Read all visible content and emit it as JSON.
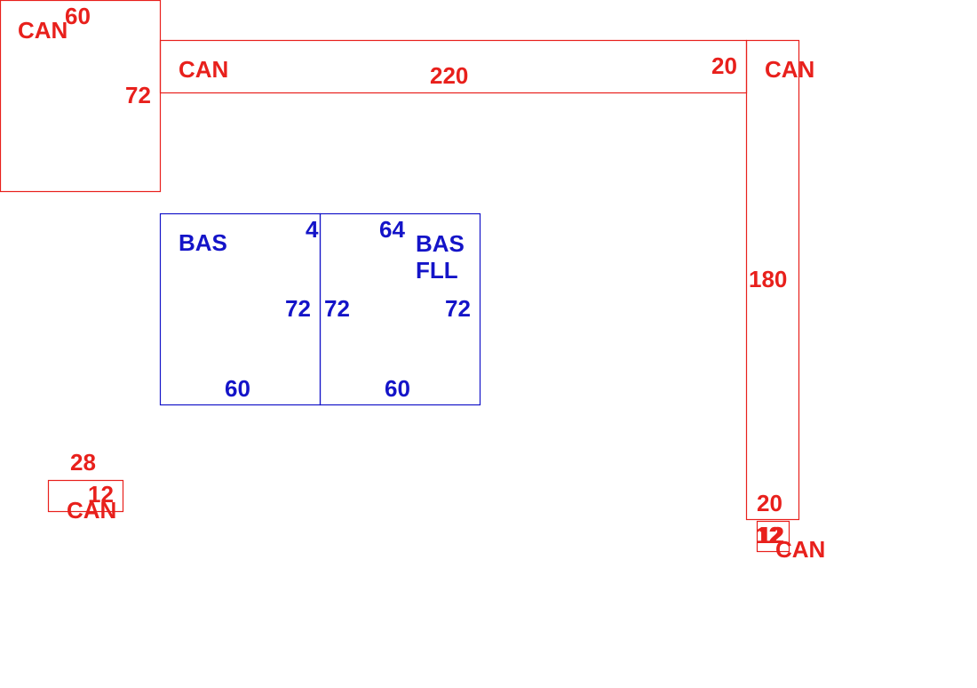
{
  "colors": {
    "red": "#e8201c",
    "blue": "#1414c8",
    "background": "#ffffff"
  },
  "diagram": {
    "red_can_top_left": {
      "name": "CAN",
      "width": "60",
      "height": "72"
    },
    "red_can_top_long": {
      "name": "CAN",
      "length": "220",
      "depth": "20"
    },
    "red_can_right_long": {
      "name": "CAN",
      "length": "180",
      "depth": "20"
    },
    "red_can_small_left": {
      "name": "CAN",
      "width": "28",
      "height": "12"
    },
    "red_can_small_right": {
      "name": "CAN",
      "width": "12",
      "height": "12"
    },
    "blue_bas_left": {
      "name": "BAS",
      "corner": "4",
      "width": "60",
      "height": "72"
    },
    "blue_bas_right": {
      "name_line1": "BAS",
      "name_line2": "FLL",
      "corner": "64",
      "width": "60",
      "height_left": "72",
      "height_right": "72"
    }
  }
}
